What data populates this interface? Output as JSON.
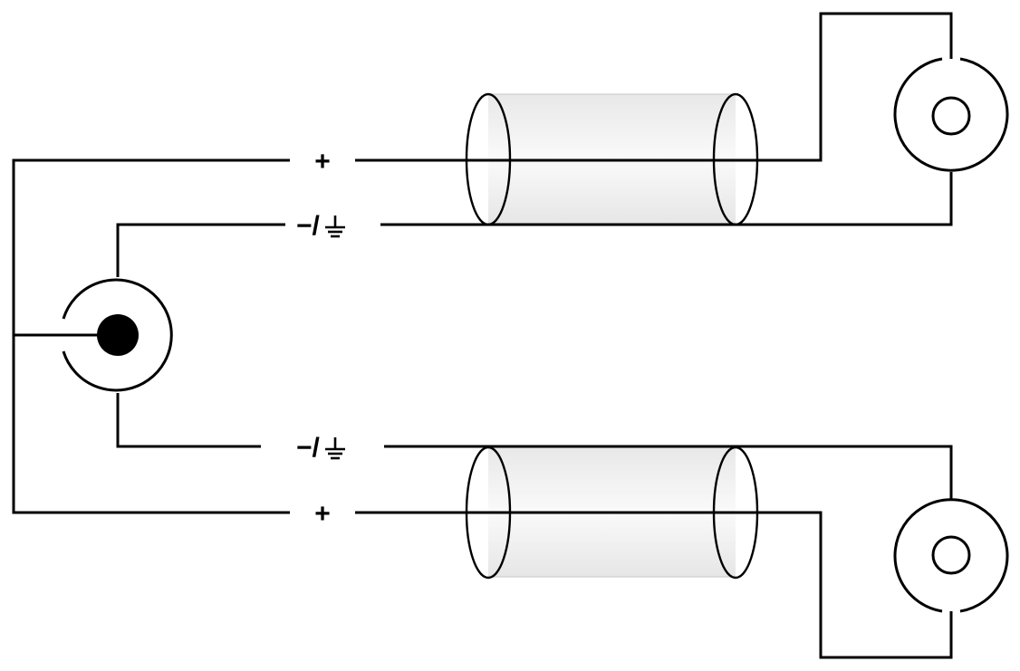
{
  "labels": {
    "top_plus": "+",
    "top_minus": "−/",
    "bottom_minus": "−/",
    "bottom_plus": "+"
  },
  "icons": {
    "ground": "ground-symbol",
    "input_connector": "rca-jack-solid-pin",
    "output_connector": "rca-jack-hollow-pin",
    "cable": "shielded-coaxial-cable"
  },
  "colors": {
    "line": "#000000",
    "cable_shade": "#e6e6e6",
    "background": "#ffffff"
  }
}
